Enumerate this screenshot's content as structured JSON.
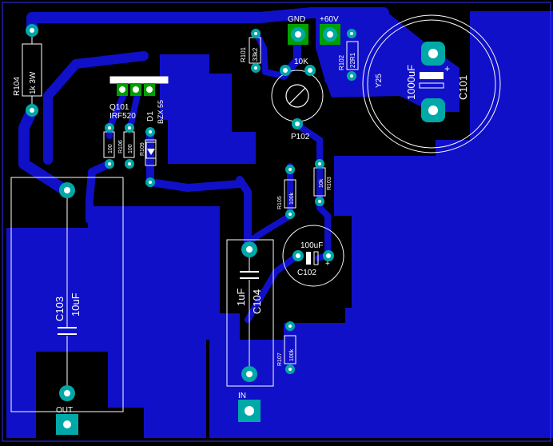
{
  "colors": {
    "background": "#000000",
    "copper": "#1010c8",
    "pad_ring": "#00a8a8",
    "silkscreen": "#ffffff",
    "top_copper": "#00a000",
    "frame": "#3030ff"
  },
  "labels": {
    "gnd": "GND",
    "v60": "+60V",
    "in": "IN",
    "out": "OUT",
    "r104": "R104",
    "r104_value": "1k 3W",
    "r101": "R101",
    "r101_value": "33k2",
    "r102": "R102",
    "r102_value": "22R1",
    "p102_value": "10K",
    "p102": "P102",
    "q101": "Q101",
    "q101_part": "IRF520",
    "d1": "D1",
    "d1_part": "BZX 55",
    "r100": "100",
    "r106": "R106",
    "r109": "R109",
    "r105": "R105",
    "r105_value": "100k",
    "r103": "R103",
    "r103_value": "10k",
    "r107": "R107",
    "r107_value": "100k",
    "c101": "C101",
    "c101_value": "1000uF",
    "c101_voltage": "Y25",
    "c101_plus": "+",
    "c102": "C102",
    "c102_value": "100uF",
    "c102_plus": "+",
    "c103": "C103",
    "c103_value": "10uF",
    "c104": "C104",
    "c104_value": "1uF"
  }
}
